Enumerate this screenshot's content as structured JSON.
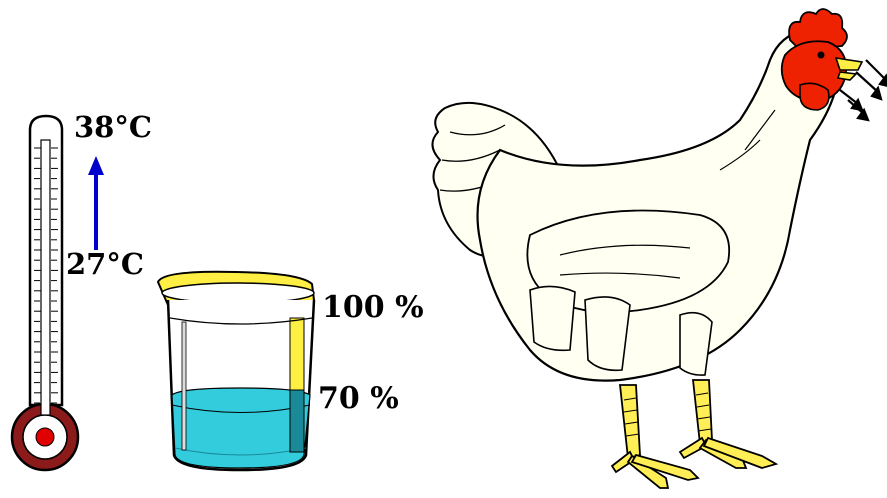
{
  "thermometer": {
    "high_label": "38°C",
    "low_label": "27°C",
    "arrow_color": "#0000cc",
    "bulb_color": "#e00000",
    "ring_color": "#8b1a1a"
  },
  "beaker": {
    "full_label": "100 %",
    "level_label": "70 %",
    "fill_fraction": 0.7,
    "water_color": "#33ccdd",
    "rim_color": "#ffee44"
  },
  "hen": {
    "body_color": "#fffff2",
    "comb_color": "#ee2200",
    "beak_color": "#ffee44",
    "feet_color": "#ffee55",
    "breath_arrow_color": "#000000"
  }
}
